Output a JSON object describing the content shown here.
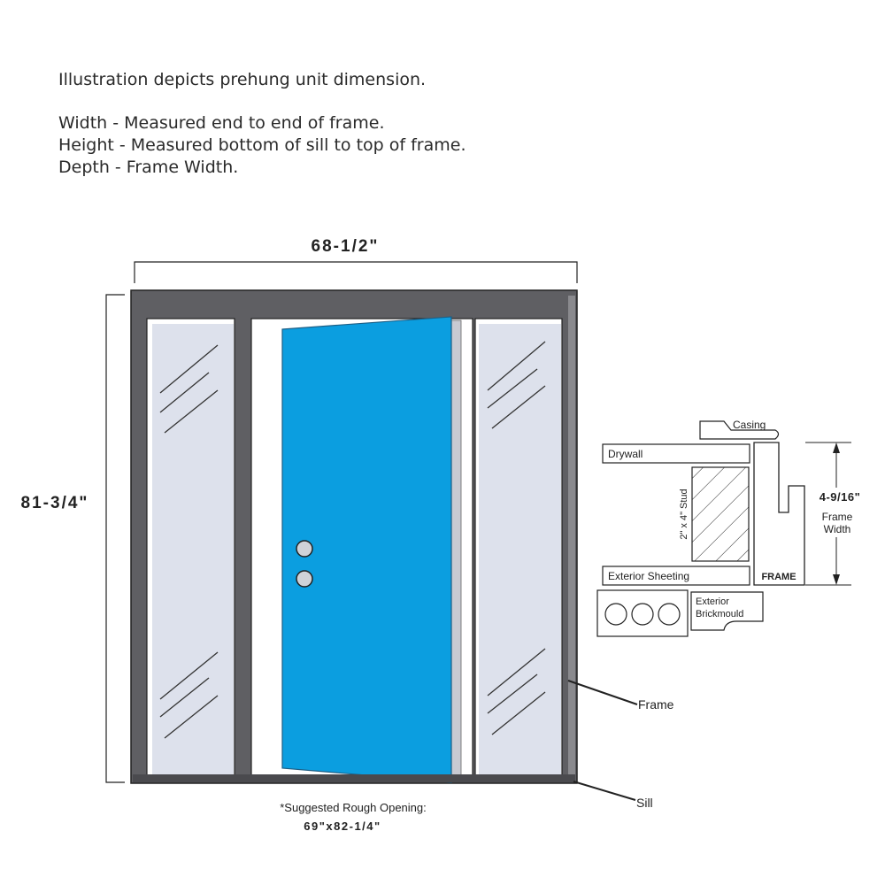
{
  "intro": {
    "line1": "Illustration depicts prehung unit dimension.",
    "line2": "Width - Measured end to end of frame.",
    "line3": "Height - Measured bottom of sill to top of frame.",
    "line4": "Depth - Frame Width."
  },
  "dimensions": {
    "width": "68-1/2\"",
    "height": "81-3/4\""
  },
  "rough_opening": {
    "label": "*Suggested Rough Opening:",
    "value": "69\"x82-1/4\""
  },
  "callouts": {
    "frame": "Frame",
    "sill": "Sill"
  },
  "section": {
    "casing": "Casing",
    "drywall": "Drywall",
    "stud": "2\" x 4\" Stud",
    "exterior_sheeting": "Exterior Sheeting",
    "frame": "FRAME",
    "brickmould_line1": "Exterior",
    "brickmould_line2": "Brickmould",
    "depth_value": "4-9/16\"",
    "depth_label_line1": "Frame",
    "depth_label_line2": "Width"
  },
  "colors": {
    "door": "#0b9ee0",
    "frame": "#5f5f63",
    "glass": "#dde1ec",
    "outline": "#222222"
  }
}
